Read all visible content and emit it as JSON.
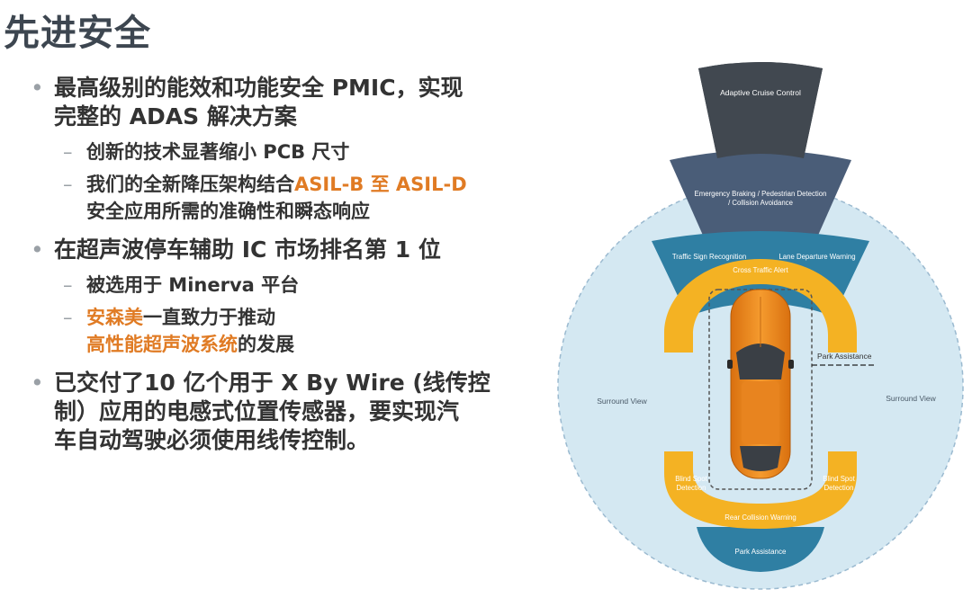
{
  "slide": {
    "title": "先进安全",
    "bullets": [
      {
        "text_a": "最高级别的能效和功能安全 PMIC，实现",
        "text_b": "完整的 ADAS 解决方案",
        "subs": [
          {
            "text": "创新的技术显著缩小 PCB 尺寸"
          },
          {
            "pre": "我们的全新降压架构结合",
            "highlight": "ASIL-B 至 ASIL-D",
            "line2": "安全应用所需的准确性和瞬态响应"
          }
        ]
      },
      {
        "text_a": "在超声波停车辅助 IC 市场排名第 1 位",
        "subs": [
          {
            "text": "被选用于 Minerva 平台"
          },
          {
            "highlight": "安森美",
            "post": "一直致力于推动",
            "highlight2": "高性能超声波系统",
            "post2": "的发展"
          }
        ]
      },
      {
        "text_a": "已交付了10 亿个用于 X By Wire (线传控",
        "text_b": "制）应用的电感式位置传感器，要实现汽",
        "text_c": "车自动驾驶必须使用线传控制。"
      }
    ]
  },
  "diagram": {
    "labels": {
      "adaptive_cruise": "Adaptive Cruise Control",
      "emergency_1": "Emergency Braking / Pedestrian Detection",
      "emergency_2": "/ Collision Avoidance",
      "traffic_sign": "Traffic Sign Recognition",
      "lane_departure": "Lane Departure Warning",
      "cross_traffic": "Cross Traffic Alert",
      "park_assist_side": "Park Assistance",
      "surround_left": "Surround View",
      "surround_right": "Surround View",
      "blind_spot_left_1": "Blind Spot",
      "blind_spot_left_2": "Detection",
      "blind_spot_right_1": "Blind Spot",
      "blind_spot_right_2": "Detection",
      "rear_collision": "Rear Collision Warning",
      "park_assist_rear": "Park Assistance"
    },
    "colors": {
      "accent_orange": "#e07b24",
      "long_range": "#414850",
      "mid_range": "#4a5d78",
      "short_range": "#2f7fa3",
      "yellow_zone": "#f4b223",
      "surround": "#d4e8f2",
      "car": "#f08a1a"
    }
  }
}
